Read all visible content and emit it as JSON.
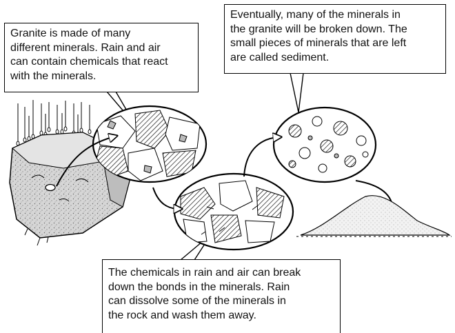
{
  "captions": {
    "granite": "Granite is made of many\ndifferent minerals. Rain and air\ncan contain chemicals that react\nwith the minerals.",
    "sediment": "Eventually, many of the minerals in\nthe granite will be broken down. The\nsmall pieces of minerals that are left\nare called sediment.",
    "chemicals": "The chemicals in rain and air can break\ndown the bonds in the minerals. Rain\ncan dissolve some of the minerals in\nthe rock and wash them away."
  },
  "colors": {
    "ink": "#000000",
    "rock_fill": "#d9d9d9",
    "mineral_fill": "#ffffff",
    "sand_fill": "#efefef"
  }
}
